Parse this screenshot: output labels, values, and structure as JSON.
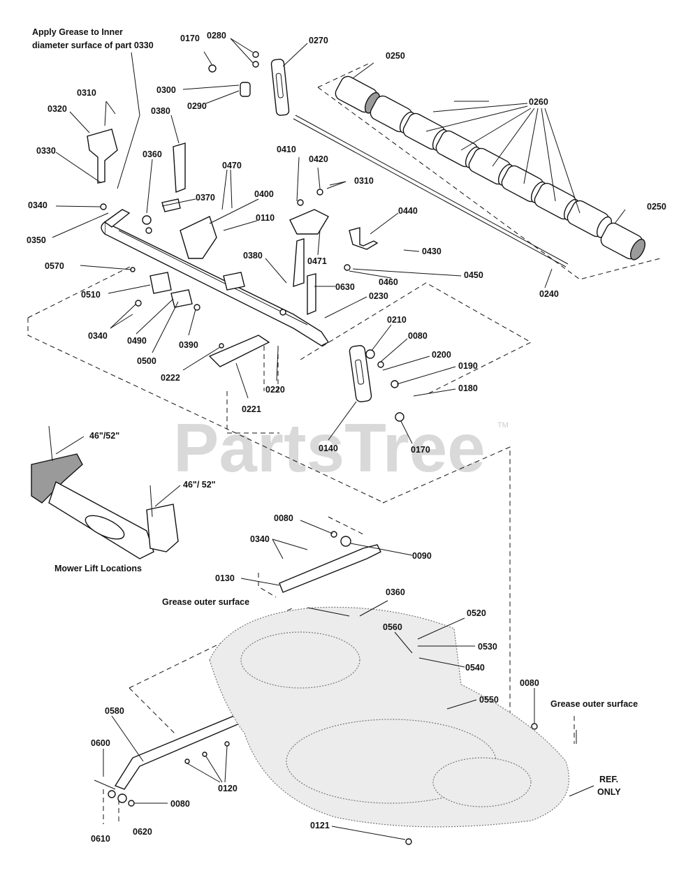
{
  "watermark": {
    "text": "PartsTree",
    "tm": "TM"
  },
  "notes": {
    "grease_inner_line1": "Apply Grease to Inner",
    "grease_inner_line2": "diameter surface of part 0330",
    "mower_lift_locations": "Mower Lift Locations",
    "size_top": "46\"/52\"",
    "size_bottom": "46\"/ 52\"",
    "grease_outer_1": "Grease outer surface",
    "grease_outer_2": "Grease outer surface",
    "ref_line1": "REF.",
    "ref_line2": "ONLY"
  },
  "parts": [
    {
      "id": "p0170a",
      "text": "0170"
    },
    {
      "id": "p0280",
      "text": "0280"
    },
    {
      "id": "p0270",
      "text": "0270"
    },
    {
      "id": "p0250a",
      "text": "0250"
    },
    {
      "id": "p0300",
      "text": "0300"
    },
    {
      "id": "p0290",
      "text": "0290"
    },
    {
      "id": "p0310a",
      "text": "0310"
    },
    {
      "id": "p0320",
      "text": "0320"
    },
    {
      "id": "p0380a",
      "text": "0380"
    },
    {
      "id": "p0260",
      "text": "0260"
    },
    {
      "id": "p0330",
      "text": "0330"
    },
    {
      "id": "p0360a",
      "text": "0360"
    },
    {
      "id": "p0470",
      "text": "0470"
    },
    {
      "id": "p0410",
      "text": "0410"
    },
    {
      "id": "p0420",
      "text": "0420"
    },
    {
      "id": "p0310b",
      "text": "0310"
    },
    {
      "id": "p0400",
      "text": "0400"
    },
    {
      "id": "p0370",
      "text": "0370"
    },
    {
      "id": "p0340a",
      "text": "0340"
    },
    {
      "id": "p0250b",
      "text": "0250"
    },
    {
      "id": "p0110",
      "text": "0110"
    },
    {
      "id": "p0440",
      "text": "0440"
    },
    {
      "id": "p0350",
      "text": "0350"
    },
    {
      "id": "p0430",
      "text": "0430"
    },
    {
      "id": "p0471",
      "text": "0471"
    },
    {
      "id": "p0380b",
      "text": "0380"
    },
    {
      "id": "p0570",
      "text": "0570"
    },
    {
      "id": "p0450",
      "text": "0450"
    },
    {
      "id": "p0460",
      "text": "0460"
    },
    {
      "id": "p0510",
      "text": "0510"
    },
    {
      "id": "p0630",
      "text": "0630"
    },
    {
      "id": "p0240",
      "text": "0240"
    },
    {
      "id": "p0230",
      "text": "0230"
    },
    {
      "id": "p0340b",
      "text": "0340"
    },
    {
      "id": "p0490",
      "text": "0490"
    },
    {
      "id": "p0390",
      "text": "0390"
    },
    {
      "id": "p0210",
      "text": "0210"
    },
    {
      "id": "p0080a",
      "text": "0080"
    },
    {
      "id": "p0200",
      "text": "0200"
    },
    {
      "id": "p0500",
      "text": "0500"
    },
    {
      "id": "p0190",
      "text": "0190"
    },
    {
      "id": "p0222",
      "text": "0222"
    },
    {
      "id": "p0220",
      "text": "0220"
    },
    {
      "id": "p0180",
      "text": "0180"
    },
    {
      "id": "p0221",
      "text": "0221"
    },
    {
      "id": "p0140",
      "text": "0140"
    },
    {
      "id": "p0170b",
      "text": "0170"
    },
    {
      "id": "p0080b",
      "text": "0080"
    },
    {
      "id": "p0340c",
      "text": "0340"
    },
    {
      "id": "p0090",
      "text": "0090"
    },
    {
      "id": "p0130",
      "text": "0130"
    },
    {
      "id": "p0360b",
      "text": "0360"
    },
    {
      "id": "p0520",
      "text": "0520"
    },
    {
      "id": "p0560",
      "text": "0560"
    },
    {
      "id": "p0530",
      "text": "0530"
    },
    {
      "id": "p0540",
      "text": "0540"
    },
    {
      "id": "p0080c",
      "text": "0080"
    },
    {
      "id": "p0550",
      "text": "0550"
    },
    {
      "id": "p0580",
      "text": "0580"
    },
    {
      "id": "p0600",
      "text": "0600"
    },
    {
      "id": "p0120",
      "text": "0120"
    },
    {
      "id": "p0080d",
      "text": "0080"
    },
    {
      "id": "p0610",
      "text": "0610"
    },
    {
      "id": "p0620",
      "text": "0620"
    },
    {
      "id": "p0121",
      "text": "0121"
    }
  ]
}
